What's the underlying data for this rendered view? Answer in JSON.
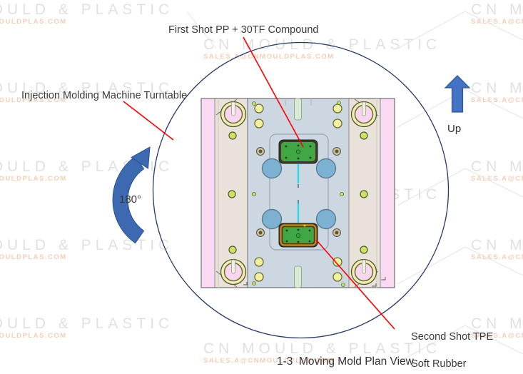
{
  "diagram": {
    "caption": "1-3  Moving Mold Plan View",
    "labels": {
      "first_shot": "First Shot PP + 30TF Compound",
      "turntable": "Injection Molding Machine Turntable",
      "rotation_angle": "180°",
      "up": "Up",
      "second_shot_line1": "Second Shot TPE",
      "second_shot_line2": "Soft Rubber"
    },
    "icons": {
      "up_arrow": "up-arrow-icon",
      "rotate_arrow": "rotate-180-arrow-icon"
    },
    "colors": {
      "leader_line": "#FF0000",
      "up_arrow": "#4472C4",
      "rotate_arrow": "#3C69AF",
      "turntable_circle": "#24396B",
      "mold_core_plate": "#CDD7E1",
      "mold_side_plate": "#E8E2DB",
      "mold_clamp_strip": "#F9DAF2",
      "first_shot_part_green": "#3FA844",
      "second_shot_border_orange": "#C98A1E",
      "guide_circle_blue": "#7DB1D2",
      "runner_line_cyan": "#27D9E8"
    }
  },
  "watermark": {
    "brand": "CN MOULD & PLASTIC",
    "email": "SALES.A@CNMOULDPLAS.COM"
  }
}
